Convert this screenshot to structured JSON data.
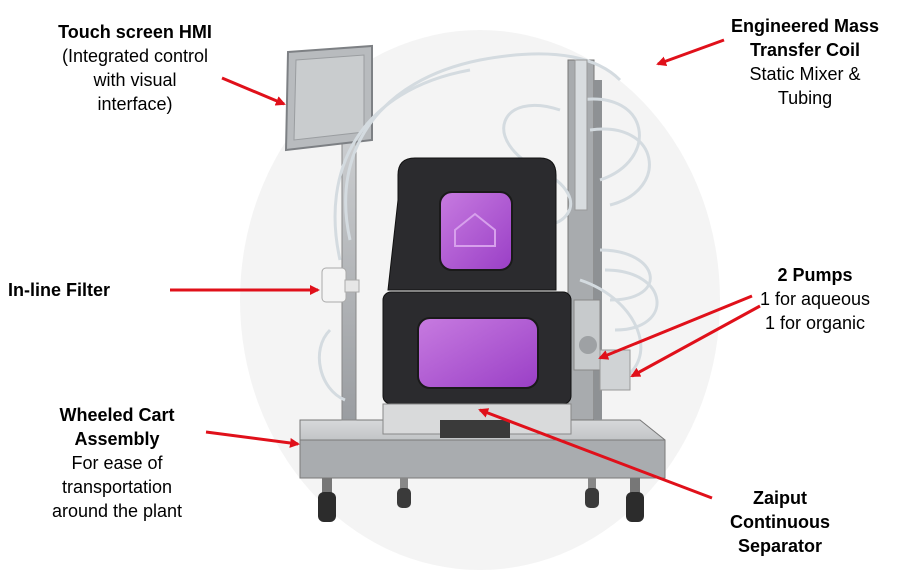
{
  "labels": {
    "hmi": {
      "title": "Touch screen HMI",
      "lines": [
        "(Integrated control",
        "with visual",
        "interface)"
      ]
    },
    "coil": {
      "title_lines": [
        "Engineered Mass",
        "Transfer Coil"
      ],
      "lines": [
        "Static Mixer &",
        "Tubing"
      ]
    },
    "filter": {
      "title": "In-line Filter"
    },
    "pumps": {
      "title": "2 Pumps",
      "lines": [
        "1 for aqueous",
        "1 for organic"
      ]
    },
    "cart": {
      "title_lines": [
        "Wheeled Cart",
        "Assembly"
      ],
      "lines": [
        "For ease of",
        "transportation",
        "around the plant"
      ]
    },
    "separator": {
      "title_lines": [
        "Zaiput",
        "Continuous",
        "Separator"
      ]
    }
  },
  "colors": {
    "arrow": "#e0101a",
    "window": "#b24fd6",
    "housing": "#2a2a2d",
    "steel": "#b9bcbf",
    "tubing": "#e8eef2"
  }
}
